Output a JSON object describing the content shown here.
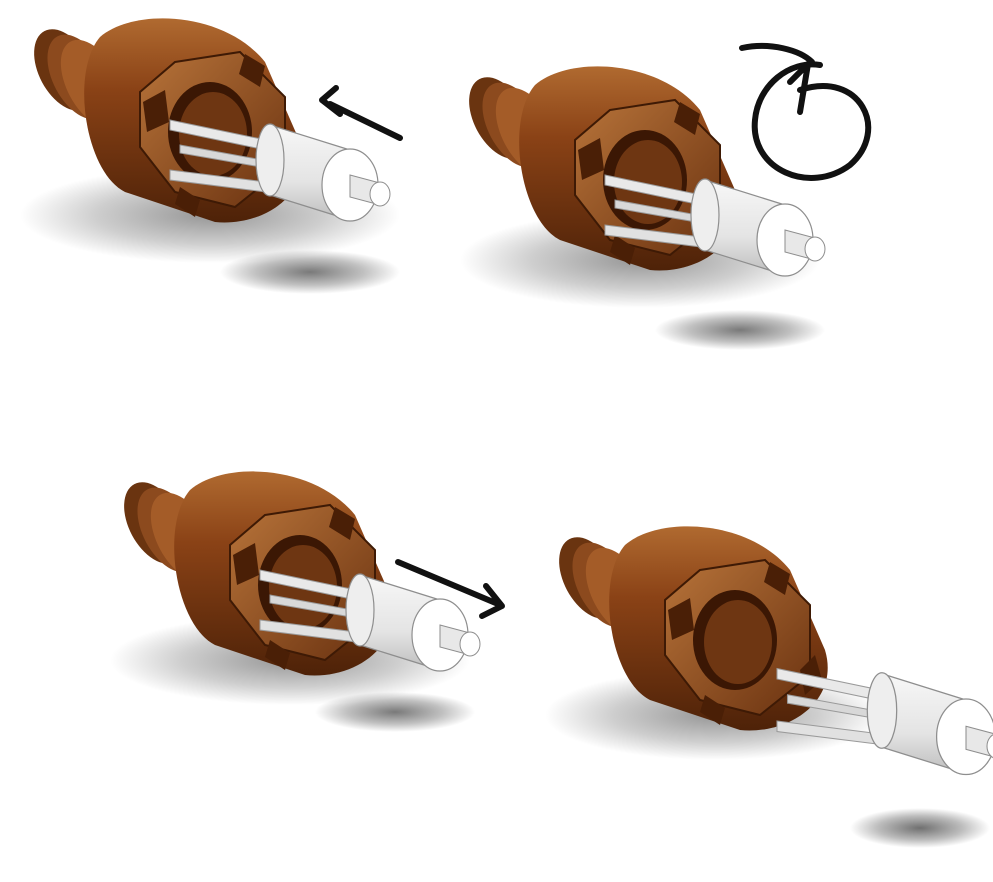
{
  "figure": {
    "steps": [
      {
        "id": "step-1",
        "action": "push-in",
        "arrow_icon": "arrow-up-left-icon"
      },
      {
        "id": "step-2",
        "action": "rotate",
        "arrow_icon": "rotate-clockwise-icon"
      },
      {
        "id": "step-3",
        "action": "pull-out",
        "arrow_icon": "arrow-down-right-icon"
      },
      {
        "id": "step-4",
        "action": "separated",
        "arrow_icon": ""
      }
    ],
    "colors": {
      "background": "#ffffff",
      "brass_dark": "#5a2a0a",
      "brass_mid": "#9a4f1c",
      "brass_light": "#c07a3e",
      "insert_light": "#f4f4f4",
      "insert_shade": "#cfcfcf",
      "arrow": "#111111",
      "shadow": "#000000"
    }
  }
}
